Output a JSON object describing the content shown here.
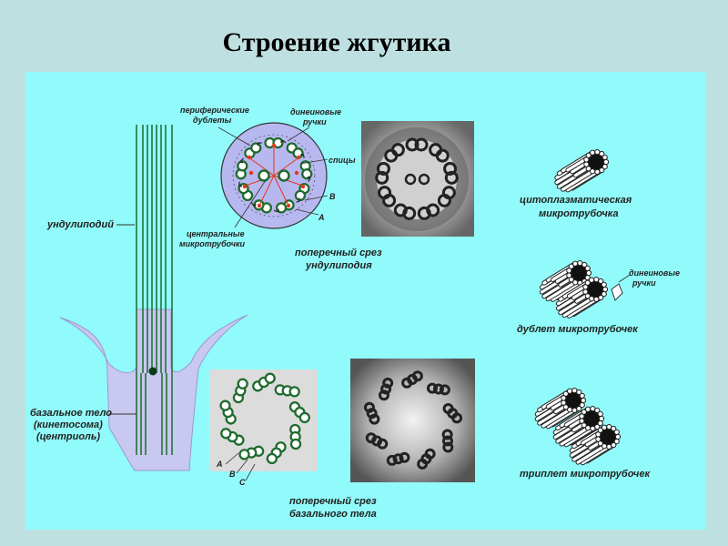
{
  "title": "Строение жгутика",
  "labels": {
    "undulipodium": "ундулиподий",
    "basal_body_1": "базальное тело",
    "basal_body_2": "(кинетосома)",
    "basal_body_3": "(центриоль)",
    "peripheral_1": "периферические",
    "peripheral_2": "дублеты",
    "dynein_1": "динеиновые",
    "dynein_2": "ручки",
    "spokes": "спицы",
    "central_1": "центральные",
    "central_2": "микротрубочки",
    "mark_b": "В",
    "mark_a": "А",
    "xsec_undul_1": "поперечный срез",
    "xsec_undul_2": "ундулиподия",
    "xsec_basal_1": "поперечный срез",
    "xsec_basal_2": "базального тела",
    "triplet_a": "A",
    "triplet_b": "B",
    "triplet_c": "C",
    "cyto_1": "цитоплазматическая",
    "cyto_2": "микротрубочка",
    "dynein2_1": "динеиновые",
    "dynein2_2": "ручки",
    "doublet": "дублет микротрубочек",
    "triplet": "триплет микротрубочек"
  },
  "colors": {
    "panel": "#91fafa",
    "tubule": "#1e6b2e",
    "spoke": "#e03a1a",
    "cell": "#c8c8f0"
  }
}
